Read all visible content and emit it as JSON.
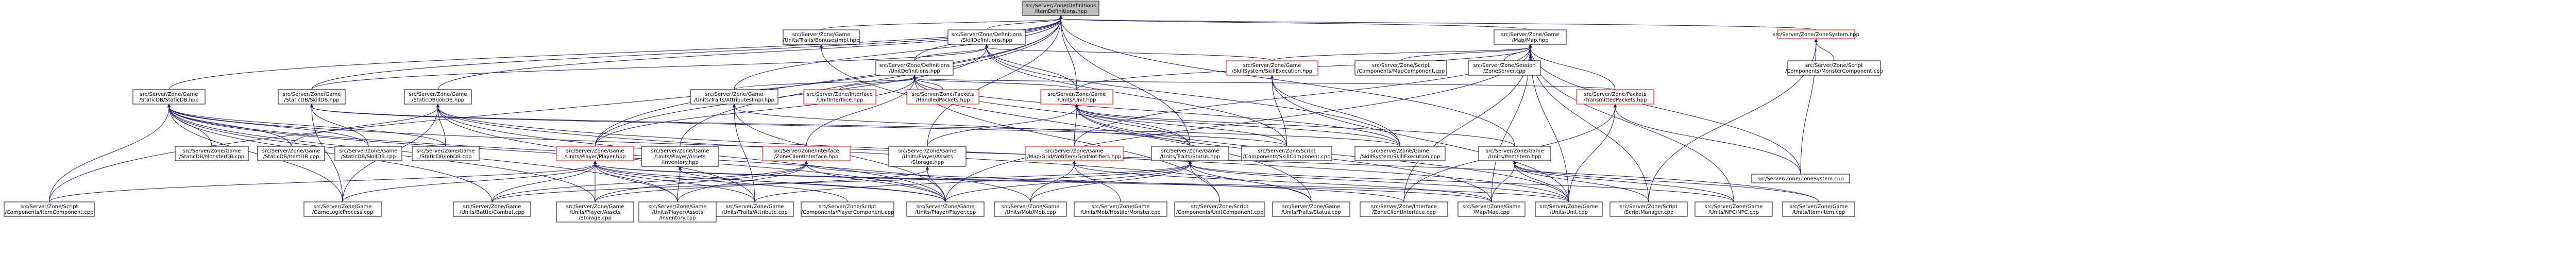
{
  "graph": {
    "colors": {
      "edge": "#191970",
      "node_fill": "#ffffff",
      "node_border_normal": "#000000",
      "node_border_highlight": "#ff0000",
      "root_fill": "#bfbfbf",
      "root_border": "#000000"
    },
    "nodes": [
      {
        "id": "root",
        "lines": [
          "src/Server/Zone/Definitions",
          "/ItemDefinitions.hpp"
        ],
        "kind": "root"
      },
      {
        "id": "traitsbonuses",
        "lines": [
          "src/Server/Zone/Game",
          "/Units/Traits/BonusesImpl.hpp"
        ],
        "kind": "normal"
      },
      {
        "id": "skilldefs",
        "lines": [
          "src/Server/Zone/Definitions",
          "/SkillDefinitions.hpp"
        ],
        "kind": "normal"
      },
      {
        "id": "mapheader",
        "lines": [
          "src/Server/Zone/Game",
          "/Map/Map.hpp"
        ],
        "kind": "normal"
      },
      {
        "id": "zonesystem",
        "lines": [
          "src/Server/Zone/ZoneSystem.hpp"
        ],
        "kind": "highlight"
      },
      {
        "id": "staticdbhpp",
        "lines": [
          "src/Server/Zone/Game",
          "/StaticDB/StaticDB.hpp"
        ],
        "kind": "normal"
      },
      {
        "id": "skilldbhpp",
        "lines": [
          "src/Server/Zone/Game",
          "/StaticDB/SkillDB.hpp"
        ],
        "kind": "normal"
      },
      {
        "id": "jobdbhpp",
        "lines": [
          "src/Server/Zone/Game",
          "/StaticDB/JobDB.hpp"
        ],
        "kind": "normal"
      },
      {
        "id": "attributesimpl",
        "lines": [
          "src/Server/Zone/Game",
          "/Units/Traits/AttributesImpl.hpp"
        ],
        "kind": "normal"
      },
      {
        "id": "ifaceunit",
        "lines": [
          "src/Server/Zone/Interface",
          "/UnitInterface.hpp"
        ],
        "kind": "highlight"
      },
      {
        "id": "handledpackets",
        "lines": [
          "src/Server/Zone/Packets",
          "/HandledPackets.hpp"
        ],
        "kind": "highlight"
      },
      {
        "id": "unitdefs",
        "lines": [
          "src/Server/Zone/Definitions",
          "/UnitDefinitions.hpp"
        ],
        "kind": "normal"
      },
      {
        "id": "skillexec",
        "lines": [
          "src/Server/Zone/Game",
          "/SkillSystem/SkillExecution.hpp"
        ],
        "kind": "highlight"
      },
      {
        "id": "mapcompscript",
        "lines": [
          "src/Server/Zone/Script",
          "/Components/MapComponent.cpp"
        ],
        "kind": "normal"
      },
      {
        "id": "zoneservercpp",
        "lines": [
          "src/Server/Zone/Session",
          "/ZoneServer.cpp"
        ],
        "kind": "normal"
      },
      {
        "id": "zonesystemcpp",
        "lines": [
          "src/Server/Zone/ZoneSystem.cpp"
        ],
        "kind": "normal"
      },
      {
        "id": "monstercompscript",
        "lines": [
          "src/Server/Zone/Script",
          "/Components/MonsterComponent.cpp"
        ],
        "kind": "normal"
      },
      {
        "id": "monsterdbcpp",
        "lines": [
          "src/Server/Zone/Game",
          "/StaticDB/MonsterDB.cpp"
        ],
        "kind": "normal"
      },
      {
        "id": "itemdbcpp",
        "lines": [
          "src/Server/Zone/Game",
          "/StaticDB/ItemDB.cpp"
        ],
        "kind": "normal"
      },
      {
        "id": "skilldbcpp",
        "lines": [
          "src/Server/Zone/Game",
          "/StaticDB/SkillDB.cpp"
        ],
        "kind": "normal"
      },
      {
        "id": "jobdbcpp",
        "lines": [
          "src/Server/Zone/Game",
          "/StaticDB/JobDB.cpp"
        ],
        "kind": "normal"
      },
      {
        "id": "playerhpp",
        "lines": [
          "src/Server/Zone/Game",
          "/Units/Player/Player.hpp"
        ],
        "kind": "highlight"
      },
      {
        "id": "zoneclientiface",
        "lines": [
          "src/Server/Zone/Interface",
          "/ZoneClientInterface.hpp"
        ],
        "kind": "highlight"
      },
      {
        "id": "unithpp",
        "lines": [
          "src/Server/Zone/Game",
          "/Units/Unit.hpp"
        ],
        "kind": "highlight"
      },
      {
        "id": "storagehpp",
        "lines": [
          "src/Server/Zone/Game",
          "/Units/Player/Assets",
          "/Storage.hpp"
        ],
        "kind": "normal"
      },
      {
        "id": "monsterspawn",
        "lines": [
          "src/Server/Zone/Game",
          "/Map/Grid/Notifiers/GridNotifiers.hpp"
        ],
        "kind": "highlight"
      },
      {
        "id": "statushpp",
        "lines": [
          "src/Server/Zone/Game",
          "/Units/Traits/Status.hpp"
        ],
        "kind": "normal"
      },
      {
        "id": "itemhpp",
        "lines": [
          "src/Server/Zone/Game",
          "/Units/Item/Item.hpp"
        ],
        "kind": "normal"
      },
      {
        "id": "transmittedpackets",
        "lines": [
          "src/Server/Zone/Packets",
          "/TransmittedPackets.hpp"
        ],
        "kind": "highlight"
      },
      {
        "id": "skillcompscript",
        "lines": [
          "src/Server/Zone/Script",
          "/Components/SkillComponent.cpp"
        ],
        "kind": "normal"
      },
      {
        "id": "skillexeccpp",
        "lines": [
          "src/Server/Zone/Game",
          "/SkillSystem/SkillExecution.cpp"
        ],
        "kind": "normal"
      },
      {
        "id": "inventoryhpp",
        "lines": [
          "src/Server/Zone/Game",
          "/Units/Player/Assets",
          "/Inventory.hpp"
        ],
        "kind": "normal"
      },
      {
        "id": "itemcompscript",
        "lines": [
          "src/Server/Zone/Script",
          "/Components/ItemComponent.cpp"
        ],
        "kind": "normal"
      },
      {
        "id": "gamelogicprocess",
        "lines": [
          "src/Server/Zone/Game",
          "/GameLogicProcess.cpp"
        ],
        "kind": "normal"
      },
      {
        "id": "combatcpp",
        "lines": [
          "src/Server/Zone/Game",
          "/Units/Battle/Combat.cpp"
        ],
        "kind": "normal"
      },
      {
        "id": "storagecpp",
        "lines": [
          "src/Server/Zone/Game",
          "/Units/Player/Assets",
          "/Storage.cpp"
        ],
        "kind": "normal"
      },
      {
        "id": "inventorycpp",
        "lines": [
          "src/Server/Zone/Game",
          "/Units/Player/Assets",
          "/Inventory.cpp"
        ],
        "kind": "normal"
      },
      {
        "id": "attributecpp",
        "lines": [
          "src/Server/Zone/Game",
          "/Units/Traits/Attribute.cpp"
        ],
        "kind": "normal"
      },
      {
        "id": "playercompscript",
        "lines": [
          "src/Server/Zone/Script",
          "/Components/PlayerComponent.cpp"
        ],
        "kind": "normal"
      },
      {
        "id": "playercpp",
        "lines": [
          "src/Server/Zone/Game",
          "/Units/Player/Player.cpp"
        ],
        "kind": "normal"
      },
      {
        "id": "mobcpp",
        "lines": [
          "src/Server/Zone/Game",
          "/Units/Mob/Mob.cpp"
        ],
        "kind": "normal"
      },
      {
        "id": "hostilemonstercpp",
        "lines": [
          "src/Server/Zone/Game",
          "/Units/Mob/Hostile/Monster.cpp"
        ],
        "kind": "normal"
      },
      {
        "id": "unitcompscript",
        "lines": [
          "src/Server/Zone/Script",
          "/Components/UnitComponent.cpp"
        ],
        "kind": "normal"
      },
      {
        "id": "statuscpp",
        "lines": [
          "src/Server/Zone/Game",
          "/Units/Traits/Status.cpp"
        ],
        "kind": "normal"
      },
      {
        "id": "zoneclientifacecpp",
        "lines": [
          "src/Server/Zone/Interface",
          "/ZoneClientInterface.cpp"
        ],
        "kind": "normal"
      },
      {
        "id": "mapcpp",
        "lines": [
          "src/Server/Zone/Game",
          "/Map/Map.cpp"
        ],
        "kind": "normal"
      },
      {
        "id": "unitcpp",
        "lines": [
          "src/Server/Zone/Game",
          "/Units/Unit.cpp"
        ],
        "kind": "normal"
      },
      {
        "id": "scriptmanager",
        "lines": [
          "src/Server/Zone/Script",
          "/ScriptManager.cpp"
        ],
        "kind": "normal"
      },
      {
        "id": "npccpp",
        "lines": [
          "src/Server/Zone/Game",
          "/Units/NPC/NPC.cpp"
        ],
        "kind": "normal"
      },
      {
        "id": "itemcpp",
        "lines": [
          "src/Server/Zone/Game",
          "/Units/Item/Item.cpp"
        ],
        "kind": "normal"
      }
    ],
    "edges": [
      [
        "root",
        "traitsbonuses"
      ],
      [
        "root",
        "skilldefs"
      ],
      [
        "root",
        "mapheader"
      ],
      [
        "root",
        "zonesystem"
      ],
      [
        "root",
        "staticdbhpp"
      ],
      [
        "root",
        "skilldbhpp"
      ],
      [
        "root",
        "jobdbhpp"
      ],
      [
        "root",
        "attributesimpl"
      ],
      [
        "root",
        "playerhpp"
      ],
      [
        "root",
        "unithpp"
      ],
      [
        "root",
        "storagehpp"
      ],
      [
        "root",
        "statushpp"
      ],
      [
        "root",
        "itemhpp"
      ],
      [
        "root",
        "itemcompscript"
      ],
      [
        "root",
        "inventoryhpp"
      ],
      [
        "root",
        "unitdefs"
      ],
      [
        "skilldefs",
        "unitdefs"
      ],
      [
        "skilldefs",
        "skillexec"
      ],
      [
        "skilldefs",
        "playerhpp"
      ],
      [
        "skilldefs",
        "unithpp"
      ],
      [
        "skilldefs",
        "skilldbhpp"
      ],
      [
        "skilldefs",
        "skillcompscript"
      ],
      [
        "skilldefs",
        "skillexeccpp"
      ],
      [
        "mapheader",
        "skillexec"
      ],
      [
        "mapheader",
        "mapcompscript"
      ],
      [
        "mapheader",
        "zoneservercpp"
      ],
      [
        "mapheader",
        "zonesystemcpp"
      ],
      [
        "mapheader",
        "unithpp"
      ],
      [
        "mapheader",
        "monsterspawn"
      ],
      [
        "mapheader",
        "playercpp"
      ],
      [
        "mapheader",
        "mapcpp"
      ],
      [
        "mapheader",
        "unitcpp"
      ],
      [
        "mapheader",
        "npccpp"
      ],
      [
        "mapheader",
        "scriptmanager"
      ],
      [
        "mapheader",
        "zoneclientifacecpp"
      ],
      [
        "mapheader",
        "transmittedpackets"
      ],
      [
        "zonesystem",
        "monstercompscript"
      ],
      [
        "zonesystem",
        "zonesystemcpp"
      ],
      [
        "zonesystem",
        "scriptmanager"
      ],
      [
        "unitdefs",
        "ifaceunit"
      ],
      [
        "unitdefs",
        "handledpackets"
      ],
      [
        "unitdefs",
        "unithpp"
      ],
      [
        "unitdefs",
        "transmittedpackets"
      ],
      [
        "unitdefs",
        "statushpp"
      ],
      [
        "unitdefs",
        "playerhpp"
      ],
      [
        "unitdefs",
        "zoneclientiface"
      ],
      [
        "unitdefs",
        "attributesimpl"
      ],
      [
        "unitdefs",
        "skillexeccpp"
      ],
      [
        "unitdefs",
        "unitcompscript"
      ],
      [
        "staticdbhpp",
        "monsterdbcpp"
      ],
      [
        "staticdbhpp",
        "itemdbcpp"
      ],
      [
        "staticdbhpp",
        "skilldbcpp"
      ],
      [
        "staticdbhpp",
        "jobdbcpp"
      ],
      [
        "staticdbhpp",
        "itemcompscript"
      ],
      [
        "staticdbhpp",
        "gamelogicprocess"
      ],
      [
        "staticdbhpp",
        "combatcpp"
      ],
      [
        "staticdbhpp",
        "storagecpp"
      ],
      [
        "staticdbhpp",
        "inventorycpp"
      ],
      [
        "staticdbhpp",
        "playercpp"
      ],
      [
        "staticdbhpp",
        "mobcpp"
      ],
      [
        "staticdbhpp",
        "itemcpp"
      ],
      [
        "skilldbhpp",
        "skilldbcpp"
      ],
      [
        "skilldbhpp",
        "skillexeccpp"
      ],
      [
        "skilldbhpp",
        "gamelogicprocess"
      ],
      [
        "skilldbhpp",
        "skillcompscript"
      ],
      [
        "jobdbhpp",
        "jobdbcpp"
      ],
      [
        "jobdbhpp",
        "gamelogicprocess"
      ],
      [
        "jobdbhpp",
        "attributecpp"
      ],
      [
        "jobdbhpp",
        "playercpp"
      ],
      [
        "jobdbhpp",
        "statuscpp"
      ],
      [
        "jobdbhpp",
        "itemdbcpp"
      ],
      [
        "jobdbhpp",
        "unitcpp"
      ],
      [
        "attributesimpl",
        "statushpp"
      ],
      [
        "attributesimpl",
        "attributecpp"
      ],
      [
        "attributesimpl",
        "playercpp"
      ],
      [
        "unithpp",
        "storagehpp"
      ],
      [
        "unithpp",
        "monsterspawn"
      ],
      [
        "unithpp",
        "statushpp"
      ],
      [
        "unithpp",
        "itemhpp"
      ],
      [
        "unithpp",
        "skillcompscript"
      ],
      [
        "unithpp",
        "skillexeccpp"
      ],
      [
        "unithpp",
        "unitcpp"
      ],
      [
        "unithpp",
        "mapcpp"
      ],
      [
        "playerhpp",
        "combatcpp"
      ],
      [
        "playerhpp",
        "storagecpp"
      ],
      [
        "playerhpp",
        "inventorycpp"
      ],
      [
        "playerhpp",
        "playercpp"
      ],
      [
        "playerhpp",
        "attributecpp"
      ],
      [
        "playerhpp",
        "playercompscript"
      ],
      [
        "playerhpp",
        "gamelogicprocess"
      ],
      [
        "playerhpp",
        "itemcompscript"
      ],
      [
        "playerhpp",
        "unitcpp"
      ],
      [
        "playerhpp",
        "mapcpp"
      ],
      [
        "zoneclientiface",
        "combatcpp"
      ],
      [
        "zoneclientiface",
        "inventorycpp"
      ],
      [
        "zoneclientiface",
        "storagecpp"
      ],
      [
        "zoneclientiface",
        "playercpp"
      ],
      [
        "zoneclientiface",
        "zoneclientifacecpp"
      ],
      [
        "storagehpp",
        "storagecpp"
      ],
      [
        "storagehpp",
        "playercpp"
      ],
      [
        "monsterspawn",
        "mobcpp"
      ],
      [
        "monsterspawn",
        "hostilemonstercpp"
      ],
      [
        "monsterspawn",
        "mapcpp"
      ],
      [
        "statushpp",
        "attributecpp"
      ],
      [
        "statushpp",
        "combatcpp"
      ],
      [
        "statushpp",
        "statuscpp"
      ],
      [
        "statushpp",
        "unitcompscript"
      ],
      [
        "statushpp",
        "playercpp"
      ],
      [
        "statushpp",
        "mobcpp"
      ],
      [
        "statushpp",
        "unitcpp"
      ],
      [
        "statushpp",
        "npccpp"
      ],
      [
        "itemhpp",
        "itemcpp"
      ],
      [
        "itemhpp",
        "npccpp"
      ],
      [
        "itemhpp",
        "unitcpp"
      ],
      [
        "itemhpp",
        "mapcpp"
      ],
      [
        "itemhpp",
        "scriptmanager"
      ],
      [
        "transmittedpackets",
        "zonesystemcpp"
      ],
      [
        "transmittedpackets",
        "zoneclientifacecpp"
      ],
      [
        "transmittedpackets",
        "unitcpp"
      ],
      [
        "inventoryhpp",
        "inventorycpp"
      ],
      [
        "inventoryhpp",
        "playercpp"
      ],
      [
        "skillexec",
        "skillexeccpp"
      ],
      [
        "skillexec",
        "skillcompscript"
      ],
      [
        "skillexec",
        "unitcpp"
      ],
      [
        "traitsbonuses",
        "statuscpp"
      ]
    ]
  }
}
